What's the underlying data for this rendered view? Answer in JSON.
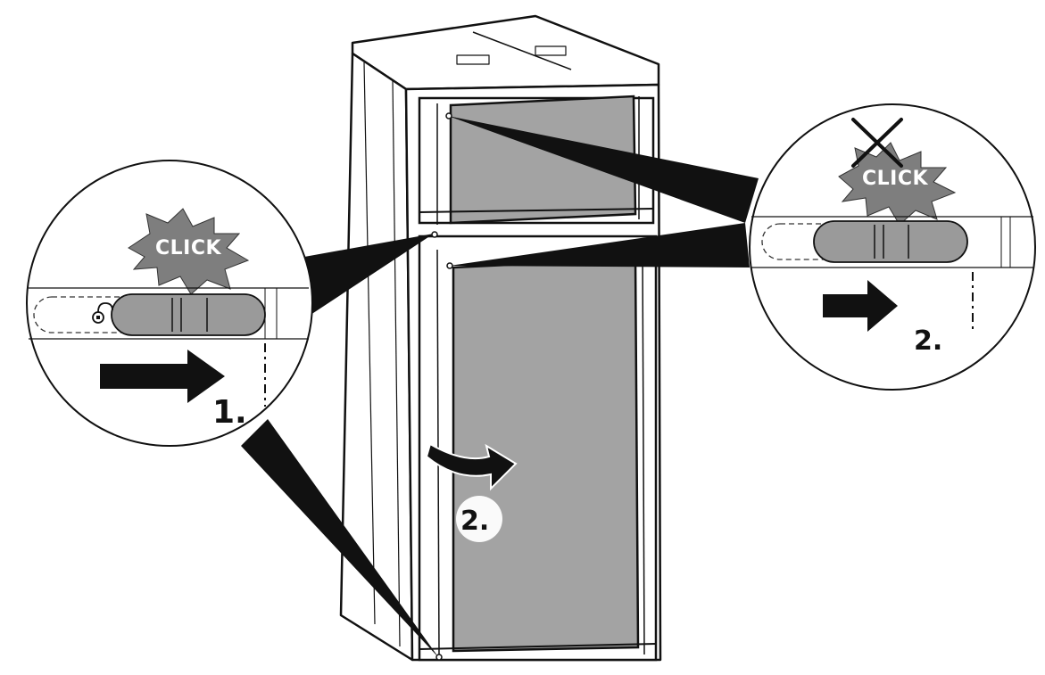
{
  "left_callout": {
    "sound_label": "CLICK",
    "step_label": "1."
  },
  "right_callout": {
    "sound_label": "CLICK",
    "step_label": "2."
  },
  "door_step_label": "2.",
  "colors": {
    "line": "#111111",
    "door_panel": "#a3a3a3",
    "slider": "#9a9a9a",
    "burst": "#7e7e7e",
    "background": "#ffffff"
  },
  "icons": {
    "left_slider_icon": "padlock-icon",
    "right_mark_icon": "cross-icon"
  }
}
